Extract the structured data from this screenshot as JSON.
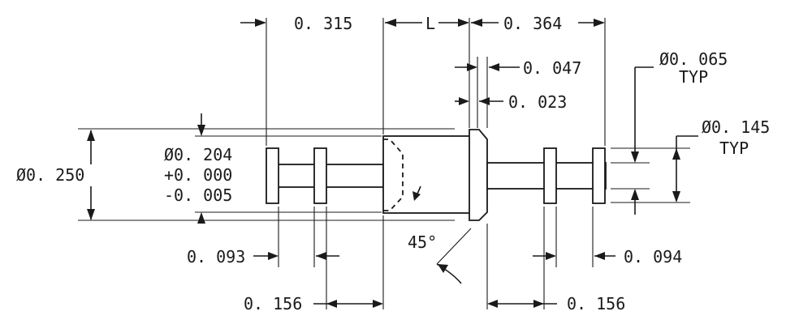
{
  "drawing": {
    "dim_overall_dia": "Ø0. 250",
    "dim_body_dia": "Ø0. 204",
    "dim_tol_plus": "+0. 000",
    "dim_tol_minus": "-0. 005",
    "dim_top_left": "0. 315",
    "dim_top_length": "L",
    "dim_top_right": "0. 364",
    "dim_flange_thickness": "0. 047",
    "dim_flange_step": "0. 023",
    "dim_small_dia": "Ø0. 065",
    "dim_small_dia_note": "TYP",
    "dim_large_dia": "Ø0. 145",
    "dim_large_dia_note": "TYP",
    "dim_angle": "45°",
    "dim_left_slot": "0. 093",
    "dim_right_slot": "0. 094",
    "dim_left_pitch": "0. 156",
    "dim_right_pitch": "0. 156"
  }
}
